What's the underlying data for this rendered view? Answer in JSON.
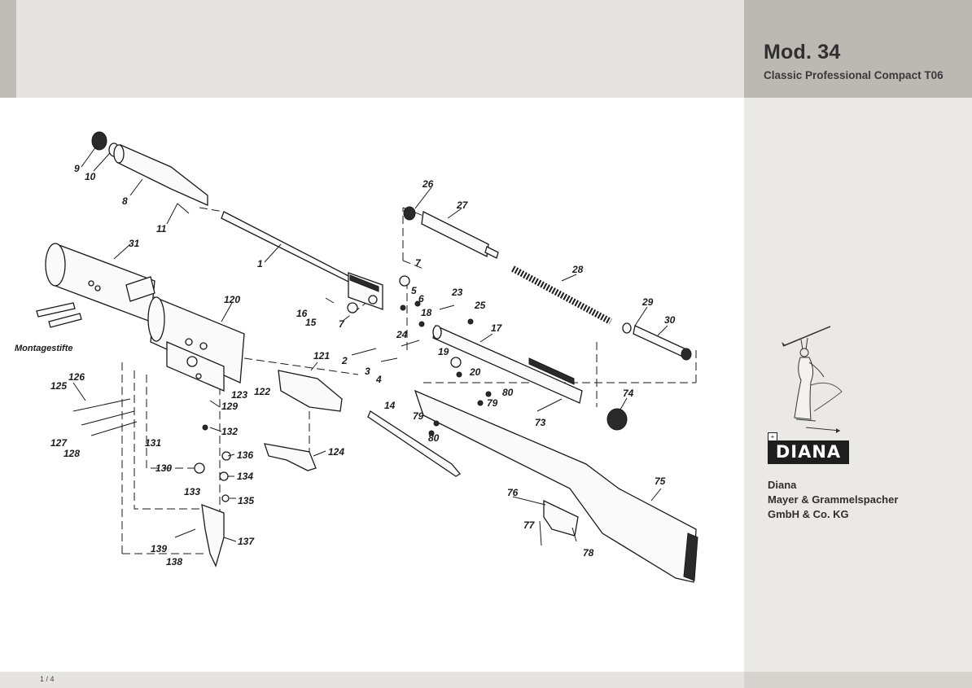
{
  "header": {
    "model": "Mod. 34",
    "subtitle": "Classic Professional Compact T06"
  },
  "brand": {
    "logo_text": "DIANA",
    "company_lines": [
      "Diana",
      "Mayer & Grammelspacher",
      "GmbH & Co. KG"
    ]
  },
  "footer": {
    "page": "1 / 4"
  },
  "diagram": {
    "labels": {
      "montagestifte": "Montagestifte",
      "p1": "1",
      "p2": "2",
      "p3": "3",
      "p4": "4",
      "p5": "5",
      "p6": "6",
      "p7a": "7",
      "p7b": "7",
      "p8": "8",
      "p9": "9",
      "p10": "10",
      "p11": "11",
      "p14": "14",
      "p15": "15",
      "p16": "16",
      "p17": "17",
      "p18": "18",
      "p19": "19",
      "p20": "20",
      "p23": "23",
      "p24": "24",
      "p25": "25",
      "p26": "26",
      "p27": "27",
      "p28": "28",
      "p29": "29",
      "p30": "30",
      "p31": "31",
      "p73": "73",
      "p74": "74",
      "p75": "75",
      "p76": "76",
      "p77": "77",
      "p78": "78",
      "p79a": "79",
      "p79b": "79",
      "p80a": "80",
      "p80b": "80",
      "p120": "120",
      "p121": "121",
      "p122": "122",
      "p123": "123",
      "p124": "124",
      "p125": "125",
      "p126": "126",
      "p127": "127",
      "p128": "128",
      "p129": "129",
      "p130": "130",
      "p131": "131",
      "p132": "132",
      "p133": "133",
      "p134": "134",
      "p135": "135",
      "p136": "136",
      "p137": "137",
      "p138": "138",
      "p139": "139"
    }
  },
  "colors": {
    "header_band": "#e6e4e0",
    "side_panel": "#ebe9e5",
    "side_header": "#bcb8b2",
    "logo_bg": "#1e1e1e"
  }
}
